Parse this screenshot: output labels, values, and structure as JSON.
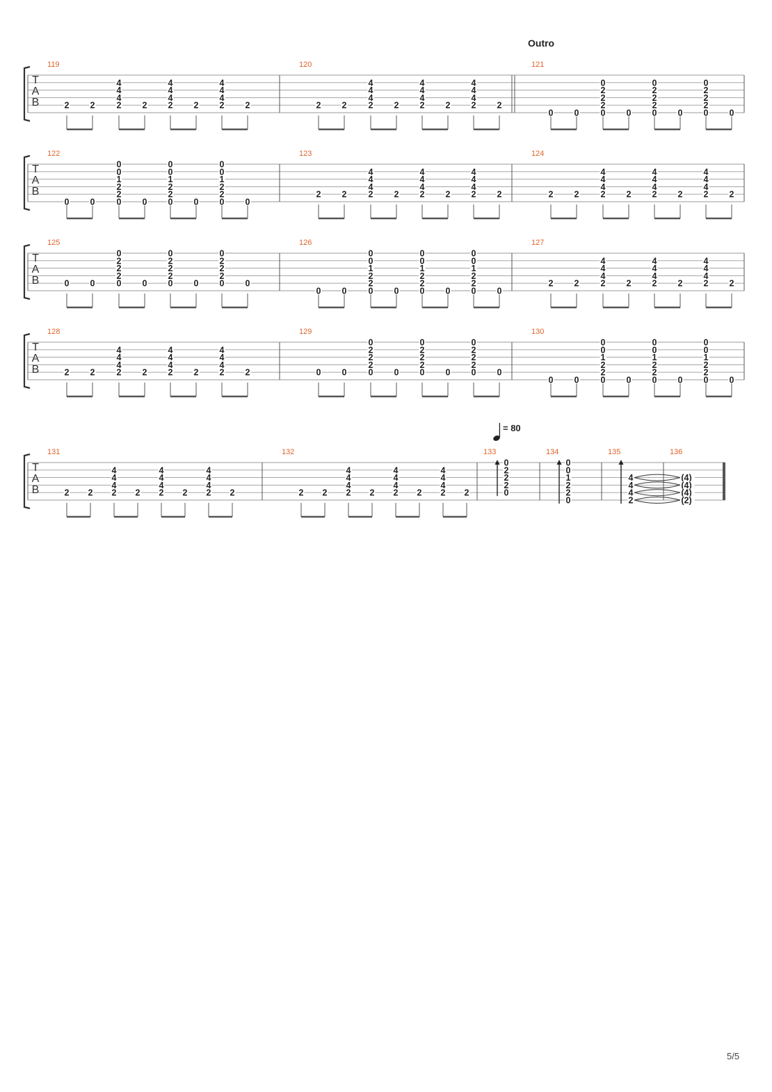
{
  "section_label": "Outro",
  "tempo": {
    "marker": "♩",
    "text": "= 80"
  },
  "page_number": "5/5",
  "tab_letters": [
    "T",
    "A",
    "B"
  ],
  "systems": [
    {
      "measures": [
        {
          "number": "119",
          "pattern": "E7"
        },
        {
          "number": "120",
          "pattern": "E7"
        },
        {
          "number": "121",
          "pattern": "A2",
          "repeat_start": true
        }
      ]
    },
    {
      "measures": [
        {
          "number": "122",
          "pattern": "D2"
        },
        {
          "number": "123",
          "pattern": "E7"
        },
        {
          "number": "124",
          "pattern": "E7"
        }
      ]
    },
    {
      "measures": [
        {
          "number": "125",
          "pattern": "A1"
        },
        {
          "number": "126",
          "pattern": "D1"
        },
        {
          "number": "127",
          "pattern": "E7"
        }
      ]
    },
    {
      "measures": [
        {
          "number": "128",
          "pattern": "E7"
        },
        {
          "number": "129",
          "pattern": "A1"
        },
        {
          "number": "130",
          "pattern": "D2"
        }
      ]
    },
    {
      "measures": [
        {
          "number": "131",
          "pattern": "E7"
        },
        {
          "number": "132",
          "pattern": "E7"
        },
        {
          "number": "133",
          "pattern": "strum",
          "frets": [
            "0",
            "2",
            "2",
            "2",
            "0"
          ],
          "top_string": 1
        },
        {
          "number": "134",
          "pattern": "strum",
          "frets": [
            "0",
            "0",
            "1",
            "2",
            "2",
            "0"
          ],
          "top_string": 1
        },
        {
          "number": "135",
          "pattern": "strum",
          "frets": [
            "4",
            "4",
            "4",
            "2"
          ],
          "top_string": 3
        },
        {
          "number": "136",
          "pattern": "tied",
          "frets": [
            "(4)",
            "(4)",
            "(4)",
            "(2)"
          ],
          "top_string": 3
        }
      ]
    }
  ],
  "patterns": {
    "E7": [
      {
        "s5": "2"
      },
      {
        "s5": "2"
      },
      {
        "s2": "4",
        "s3": "4",
        "s4": "4",
        "s5": "2"
      },
      {
        "s5": "2"
      },
      {
        "s2": "4",
        "s3": "4",
        "s4": "4",
        "s5": "2"
      },
      {
        "s5": "2"
      },
      {
        "s2": "4",
        "s3": "4",
        "s4": "4",
        "s5": "2"
      },
      {
        "s5": "2"
      }
    ],
    "A1": [
      {
        "s5": "0"
      },
      {
        "s5": "0"
      },
      {
        "s1": "0",
        "s2": "2",
        "s3": "2",
        "s4": "2",
        "s5": "0"
      },
      {
        "s5": "0"
      },
      {
        "s1": "0",
        "s2": "2",
        "s3": "2",
        "s4": "2",
        "s5": "0"
      },
      {
        "s5": "0"
      },
      {
        "s1": "0",
        "s2": "2",
        "s3": "2",
        "s4": "2",
        "s5": "0"
      },
      {
        "s5": "0"
      }
    ],
    "A2": [
      {
        "s6": "0"
      },
      {
        "s6": "0"
      },
      {
        "s2": "0",
        "s3": "2",
        "s4": "2",
        "s5": "2",
        "s6": "0"
      },
      {
        "s6": "0"
      },
      {
        "s2": "0",
        "s3": "2",
        "s4": "2",
        "s5": "2",
        "s6": "0"
      },
      {
        "s6": "0"
      },
      {
        "s2": "0",
        "s3": "2",
        "s4": "2",
        "s5": "2",
        "s6": "0"
      },
      {
        "s6": "0"
      }
    ],
    "D1": [
      {
        "s6": "0"
      },
      {
        "s6": "0"
      },
      {
        "s1": "0",
        "s2": "0",
        "s3": "1",
        "s4": "2",
        "s5": "2",
        "s6": "0"
      },
      {
        "s6": "0"
      },
      {
        "s1": "0",
        "s2": "0",
        "s3": "1",
        "s4": "2",
        "s5": "2",
        "s6": "0"
      },
      {
        "s6": "0"
      },
      {
        "s1": "0",
        "s2": "0",
        "s3": "1",
        "s4": "2",
        "s5": "2",
        "s6": "0"
      },
      {
        "s6": "0"
      }
    ],
    "D2": [
      {
        "s6": "0"
      },
      {
        "s6": "0"
      },
      {
        "s1": "0",
        "s2": "0",
        "s3": "1",
        "s4": "2",
        "s5": "2",
        "s6": "0"
      },
      {
        "s6": "0"
      },
      {
        "s1": "0",
        "s2": "0",
        "s3": "1",
        "s4": "2",
        "s5": "2",
        "s6": "0"
      },
      {
        "s6": "0"
      },
      {
        "s1": "0",
        "s2": "0",
        "s3": "1",
        "s4": "2",
        "s5": "2",
        "s6": "0"
      },
      {
        "s6": "0"
      }
    ]
  }
}
